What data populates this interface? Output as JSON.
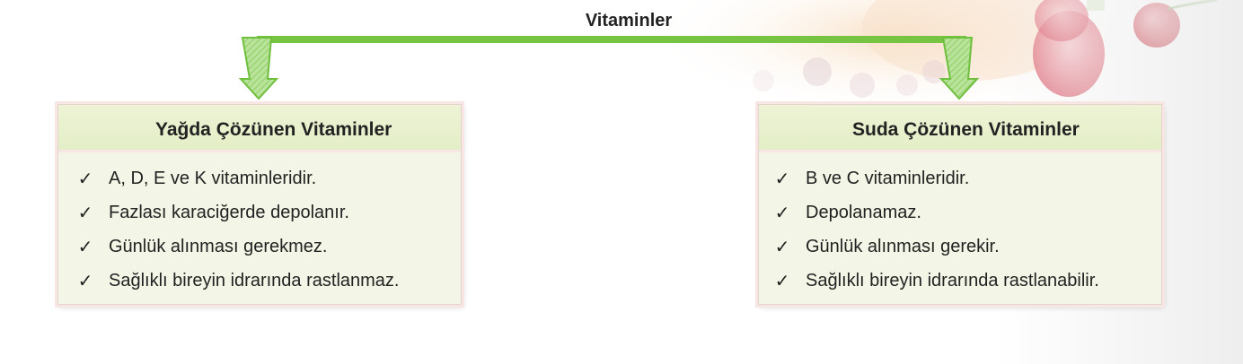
{
  "title": "Vitaminler",
  "colors": {
    "accent_green": "#76c442",
    "card_fill": "#f3f6e6",
    "card_border": "#f7e6e3"
  },
  "left": {
    "heading": "Yağda Çözünen Vitaminler",
    "items": [
      {
        "check": "✓",
        "text": "A, D, E ve K vitaminleridir."
      },
      {
        "check": "✓",
        "text": "Fazlası karaciğerde depolanır."
      },
      {
        "check": "✓",
        "text": "Günlük alınması gerekmez."
      },
      {
        "check": "✓",
        "text": "Sağlıklı bireyin idrarında rastlanmaz."
      }
    ]
  },
  "right": {
    "heading": "Suda Çözünen Vitaminler",
    "items": [
      {
        "check": "✓",
        "text": "B ve C vitaminleridir."
      },
      {
        "check": "✓",
        "text": "Depolanamaz."
      },
      {
        "check": "✓",
        "text": "Günlük alınması gerekir."
      },
      {
        "check": "✓",
        "text": "Sağlıklı bireyin idrarında rastlanabilir."
      }
    ]
  }
}
